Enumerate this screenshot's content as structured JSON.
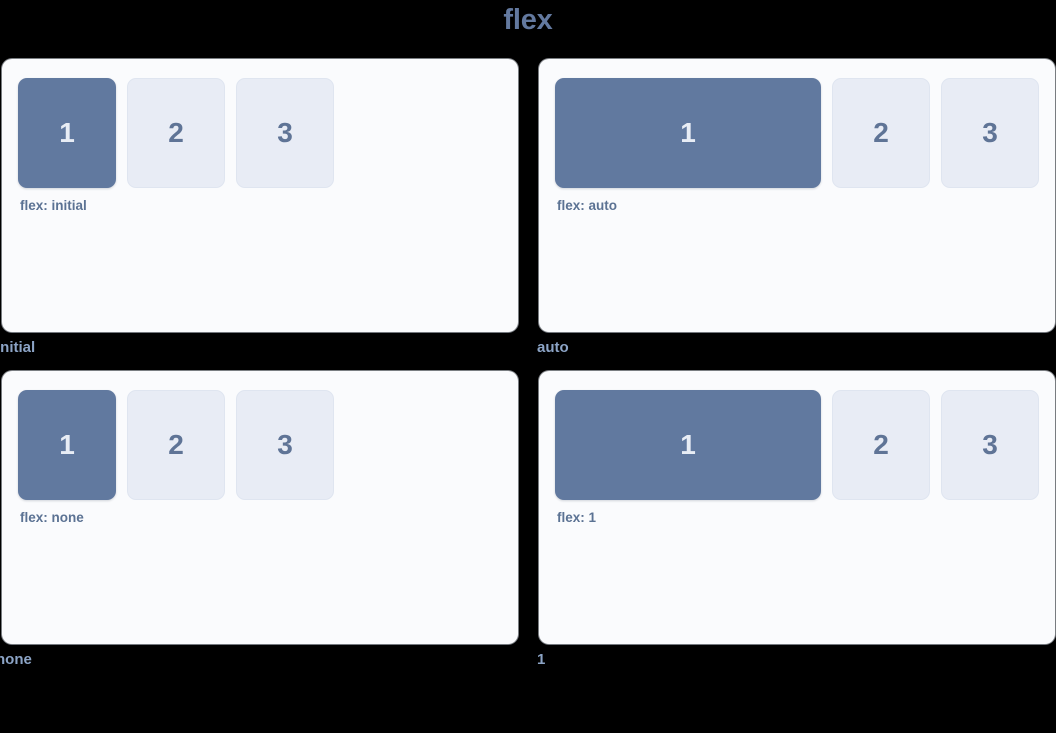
{
  "title": "flex",
  "theme": {
    "background": "#000000",
    "card_background": "#fafbfd",
    "title_color": "#63799f",
    "primary_box_color": "#61799f",
    "primary_box_text": "#e8edf5",
    "muted_box_color": "#e8ecf5",
    "muted_box_text": "#5f7496",
    "muted_box_border": "#dfe5f0",
    "code_label_color": "#5b7293",
    "caption_color": "#8ca4c6"
  },
  "demos": [
    {
      "caption": "initial",
      "code_label": "flex: initial",
      "boxes": [
        {
          "label": "1",
          "variant": "primary",
          "flex": "initial"
        },
        {
          "label": "2",
          "variant": "muted",
          "flex": "none"
        },
        {
          "label": "3",
          "variant": "muted",
          "flex": "none"
        }
      ]
    },
    {
      "caption": "auto",
      "code_label": "flex: auto",
      "boxes": [
        {
          "label": "1",
          "variant": "primary",
          "flex": "auto"
        },
        {
          "label": "2",
          "variant": "muted",
          "flex": "none"
        },
        {
          "label": "3",
          "variant": "muted",
          "flex": "none"
        }
      ]
    },
    {
      "caption": "none",
      "code_label": "flex: none",
      "boxes": [
        {
          "label": "1",
          "variant": "primary",
          "flex": "none"
        },
        {
          "label": "2",
          "variant": "muted",
          "flex": "none"
        },
        {
          "label": "3",
          "variant": "muted",
          "flex": "none"
        }
      ]
    },
    {
      "caption": "1",
      "code_label": "flex: 1",
      "boxes": [
        {
          "label": "1",
          "variant": "primary",
          "flex": "1"
        },
        {
          "label": "2",
          "variant": "muted",
          "flex": "none"
        },
        {
          "label": "3",
          "variant": "muted",
          "flex": "none"
        }
      ]
    }
  ]
}
